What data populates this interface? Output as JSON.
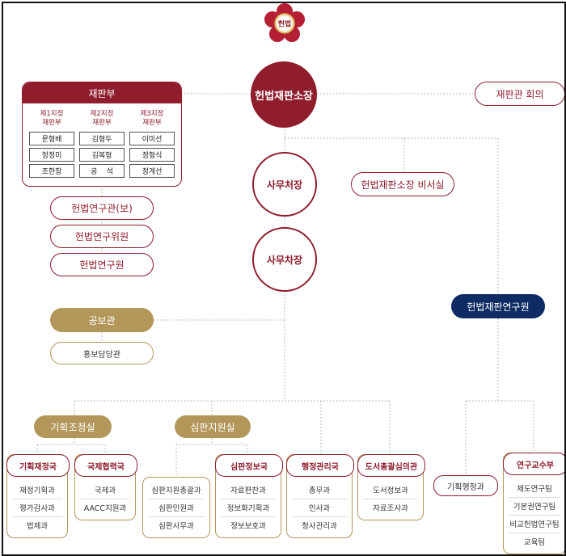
{
  "emblem": {
    "text": "헌법"
  },
  "president": "헌법재판소장",
  "council": "재판관 회의",
  "panel": {
    "title": "재판부",
    "columns": [
      {
        "title": "제1지정\n재판부",
        "judges": [
          "문형배",
          "정정미",
          "조한창"
        ]
      },
      {
        "title": "제2지정\n재판부",
        "judges": [
          "김형두",
          "김복형",
          "공    석"
        ]
      },
      {
        "title": "제3지정\n재판부",
        "judges": [
          "이미선",
          "정형식",
          "정계선"
        ]
      }
    ]
  },
  "research_left": [
    "헌법연구관(보)",
    "헌법연구위원",
    "헌법연구원"
  ],
  "secretary_general": "사무처장",
  "deputy_secretary": "사무차장",
  "president_office": "헌법재판소장 비서실",
  "public_affairs": "공보관",
  "pr_officer": "홍보담당관",
  "institute": "헌법재판연구원",
  "planning_office": "기획조정실",
  "trial_support_office": "심판지원실",
  "departments": {
    "planning": {
      "title": "기획재정국",
      "items": [
        "재정기획과",
        "평가감사과",
        "법제과"
      ]
    },
    "international": {
      "title": "국제협력국",
      "items": [
        "국제과",
        "AACC지원과"
      ]
    },
    "trial_support": {
      "items": [
        "심판지원총괄과",
        "심판민원과",
        "심판사무과"
      ]
    },
    "trial_info": {
      "title": "심판정보국",
      "items": [
        "자료편찬과",
        "정보화기획과",
        "정보보호과"
      ]
    },
    "administration": {
      "title": "행정관리국",
      "items": [
        "총무과",
        "인사과",
        "청사관리과"
      ]
    },
    "library": {
      "title": "도서총괄심의관",
      "items": [
        "도서정보과",
        "자료조사과"
      ]
    },
    "planning_admin": {
      "title": "기획행정과"
    },
    "professors": {
      "title": "연구교수부",
      "items": [
        "제도연구팀",
        "기본권연구팀",
        "비교헌법연구팀",
        "교육팀"
      ]
    }
  }
}
